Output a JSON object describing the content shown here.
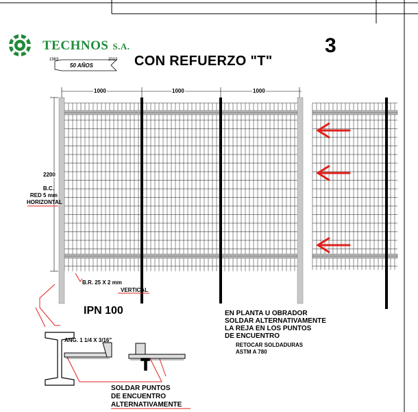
{
  "header": {
    "company": "TECHNOS",
    "company_suffix": "S.A.",
    "year_start": "1963",
    "year_end": "2013",
    "anniversary": "50 AÑOS",
    "title": "CON REFUERZO \"T\"",
    "page_number": "3"
  },
  "dimensions": {
    "panel_width_1": "1000",
    "panel_width_2": "1000",
    "panel_width_3": "1000",
    "height": "2200"
  },
  "labels": {
    "bc_line1": "B.C.",
    "bc_line2": "RED 5 mm",
    "bc_line3": "HORIZONTAL",
    "br_line1": "B.R.  25 X 2 mm",
    "br_line2": "VERTICAL",
    "ipn": "IPN 100",
    "angle": "ANG. 1 1/4 X 3/16\""
  },
  "notes": {
    "line1": "EN PLANTA U OBRADOR",
    "line2": "SOLDAR ALTERNATIVAMENTE",
    "line3": "LA REJA EN LOS PUNTOS",
    "line4": "DE ENCUENTRO",
    "line5": "RETOCAR SOLDADURAS",
    "line6": "ASTM A 780"
  },
  "solder_note": {
    "line1": "SOLDAR PUNTOS",
    "line2": "DE ENCUENTRO",
    "line3": "ALTERNATIVAMENTE"
  },
  "colors": {
    "brand_green": "#1f8a3a",
    "arrow_red": "#e0201c",
    "post_grey": "#c8c8c8"
  }
}
